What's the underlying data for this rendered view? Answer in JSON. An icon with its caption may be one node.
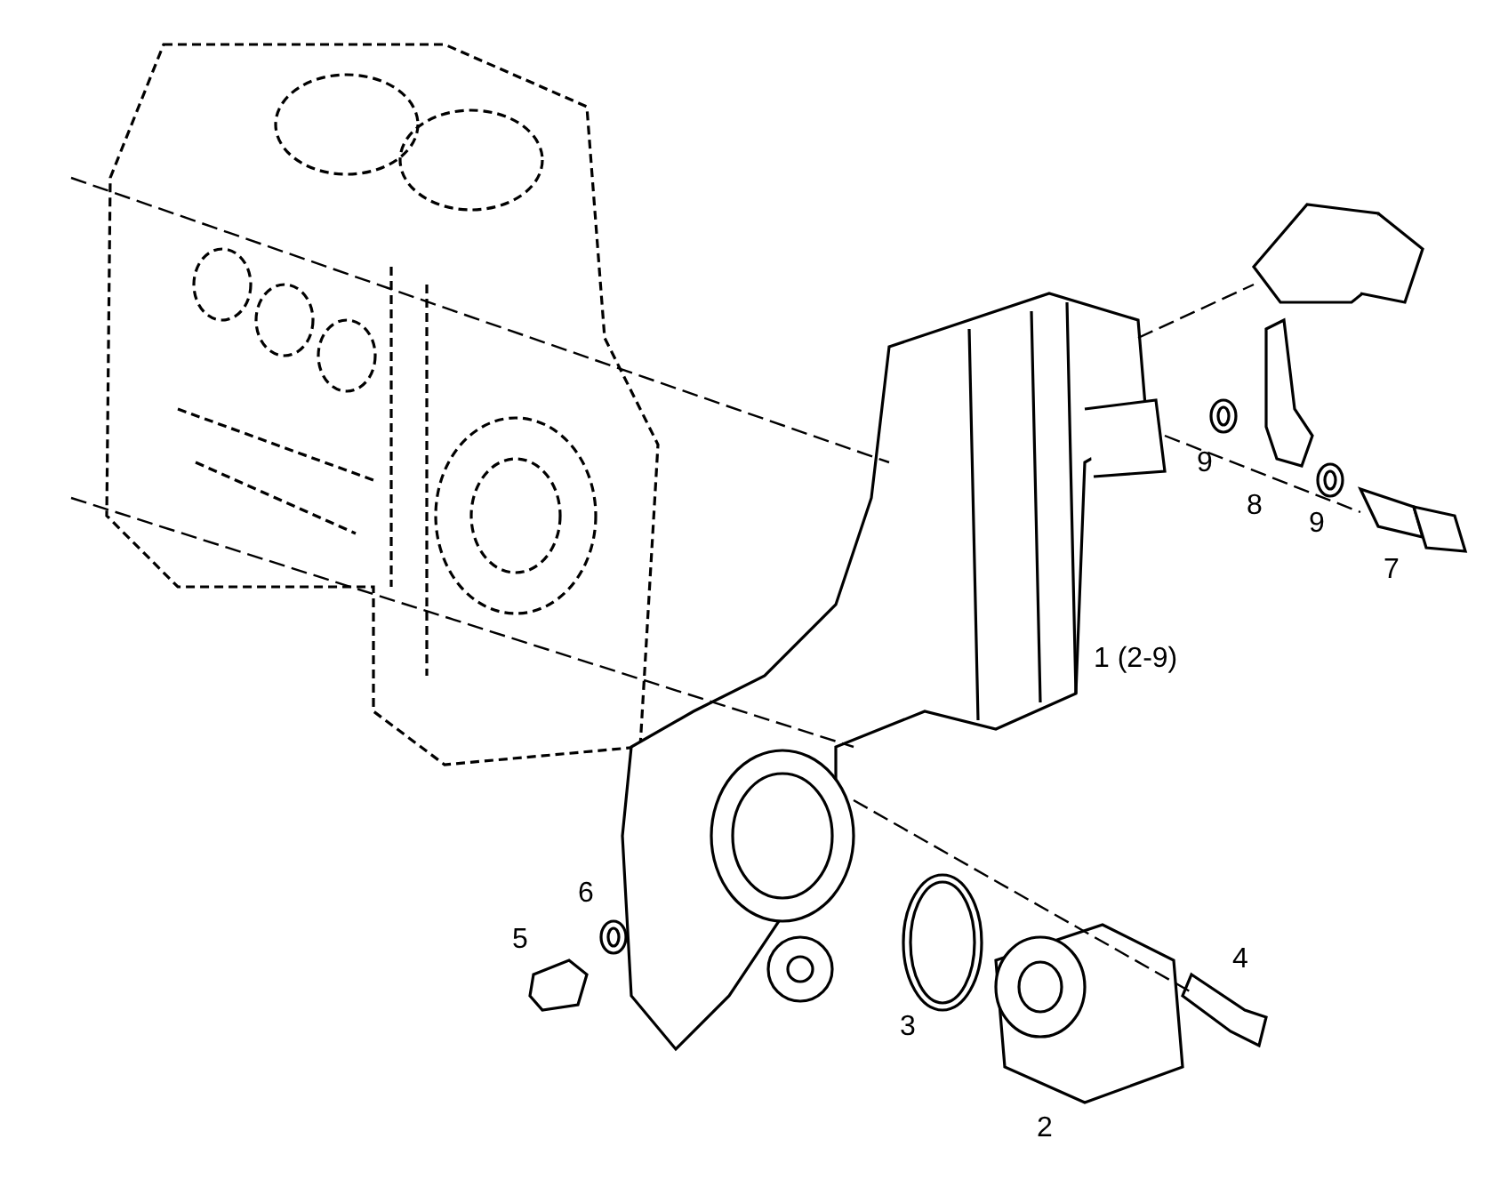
{
  "diagram": {
    "labels": [
      "9",
      "8",
      "9",
      "7",
      "1 (2-9)",
      "6",
      "5",
      "3",
      "4",
      "2"
    ]
  }
}
